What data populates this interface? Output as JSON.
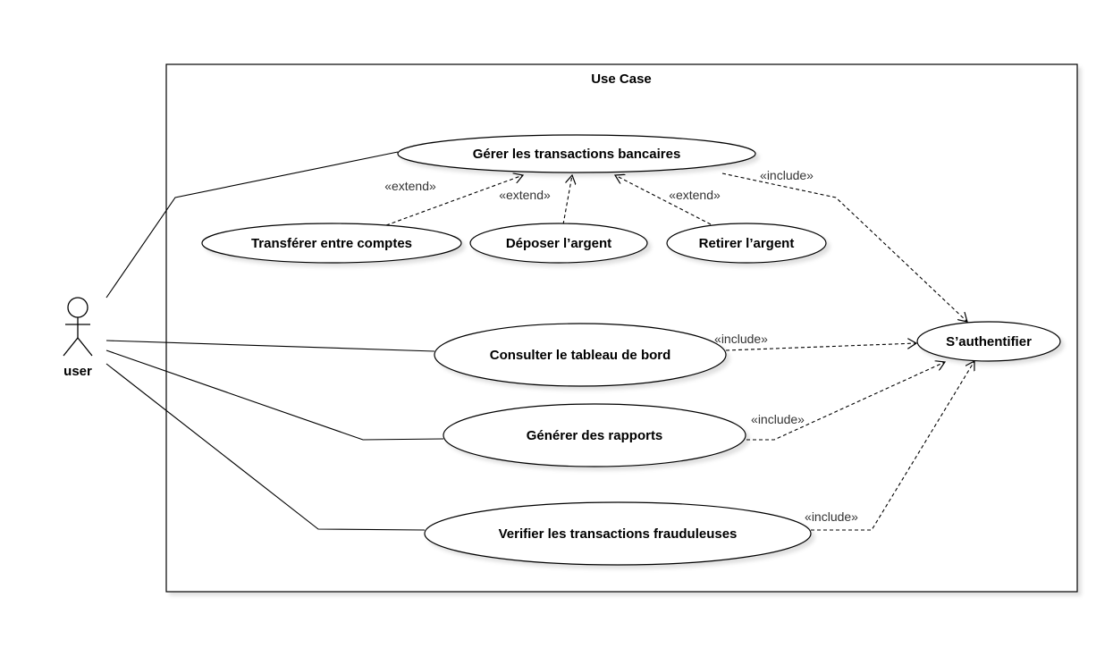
{
  "diagram": {
    "system_title": "Use Case",
    "actor": {
      "label": "user"
    },
    "use_cases": {
      "gerer": "Gérer les transactions bancaires",
      "transferer": "Transférer entre comptes",
      "deposer": "Déposer l’argent",
      "retirer": "Retirer l’argent",
      "consulter": "Consulter le tableau de bord",
      "generer": "Générer des rapports",
      "verifier": "Verifier les transactions frauduleuses",
      "authentifier": "S’authentifier"
    },
    "stereotypes": {
      "extend": "«extend»",
      "include": "«include»"
    }
  }
}
